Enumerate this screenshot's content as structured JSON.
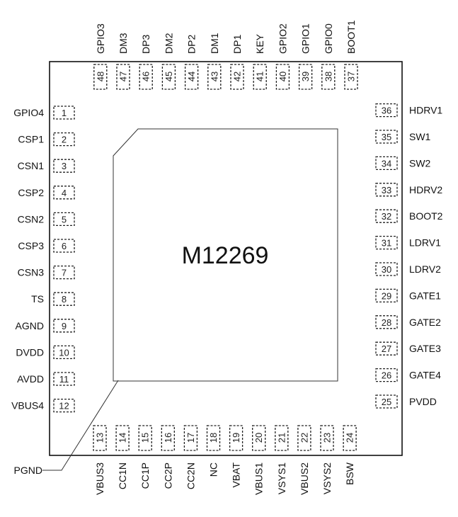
{
  "chip": {
    "part_number": "M12269",
    "ground_label": "PGND"
  },
  "pins": {
    "left": [
      {
        "num": "1",
        "name": "GPIO4"
      },
      {
        "num": "2",
        "name": "CSP1"
      },
      {
        "num": "3",
        "name": "CSN1"
      },
      {
        "num": "4",
        "name": "CSP2"
      },
      {
        "num": "5",
        "name": "CSN2"
      },
      {
        "num": "6",
        "name": "CSP3"
      },
      {
        "num": "7",
        "name": "CSN3"
      },
      {
        "num": "8",
        "name": "TS"
      },
      {
        "num": "9",
        "name": "AGND"
      },
      {
        "num": "10",
        "name": "DVDD"
      },
      {
        "num": "11",
        "name": "AVDD"
      },
      {
        "num": "12",
        "name": "VBUS4"
      }
    ],
    "bottom": [
      {
        "num": "13",
        "name": "VBUS3"
      },
      {
        "num": "14",
        "name": "CC1N"
      },
      {
        "num": "15",
        "name": "CC1P"
      },
      {
        "num": "16",
        "name": "CC2P"
      },
      {
        "num": "17",
        "name": "CC2N"
      },
      {
        "num": "18",
        "name": "NC"
      },
      {
        "num": "19",
        "name": "VBAT"
      },
      {
        "num": "20",
        "name": "VBUS1"
      },
      {
        "num": "21",
        "name": "VSYS1"
      },
      {
        "num": "22",
        "name": "VBUS2"
      },
      {
        "num": "23",
        "name": "VSYS2"
      },
      {
        "num": "24",
        "name": "BSW"
      }
    ],
    "right": [
      {
        "num": "25",
        "name": "PVDD"
      },
      {
        "num": "26",
        "name": "GATE4"
      },
      {
        "num": "27",
        "name": "GATE3"
      },
      {
        "num": "28",
        "name": "GATE2"
      },
      {
        "num": "29",
        "name": "GATE1"
      },
      {
        "num": "30",
        "name": "LDRV2"
      },
      {
        "num": "31",
        "name": "LDRV1"
      },
      {
        "num": "32",
        "name": "BOOT2"
      },
      {
        "num": "33",
        "name": "HDRV2"
      },
      {
        "num": "34",
        "name": "SW2"
      },
      {
        "num": "35",
        "name": "SW1"
      },
      {
        "num": "36",
        "name": "HDRV1"
      }
    ],
    "top": [
      {
        "num": "37",
        "name": "BOOT1"
      },
      {
        "num": "38",
        "name": "GPIO0"
      },
      {
        "num": "39",
        "name": "GPIO1"
      },
      {
        "num": "40",
        "name": "GPIO2"
      },
      {
        "num": "41",
        "name": "KEY"
      },
      {
        "num": "42",
        "name": "DP1"
      },
      {
        "num": "43",
        "name": "DM1"
      },
      {
        "num": "44",
        "name": "DP2"
      },
      {
        "num": "45",
        "name": "DM2"
      },
      {
        "num": "46",
        "name": "DP3"
      },
      {
        "num": "47",
        "name": "DM3"
      },
      {
        "num": "48",
        "name": "GPIO3"
      }
    ]
  }
}
